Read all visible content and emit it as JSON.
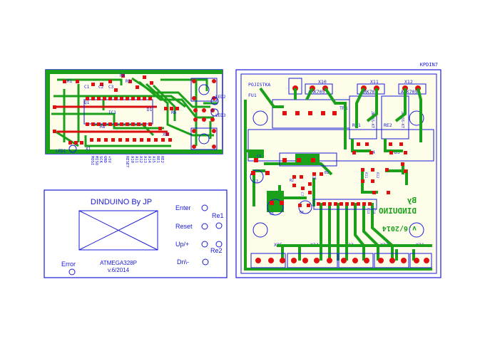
{
  "colors": {
    "board": "#fdfdea",
    "copper": "#1aa01a",
    "pad": "#e01010",
    "silk": "#1a1ad8",
    "outline": "#1a1ad8"
  },
  "left_board": {
    "refs": {
      "r1": "R1",
      "r4": "R4",
      "r5": "R5",
      "c1": "C1",
      "c2": "C2",
      "c3": "C3",
      "q1": "Q1",
      "ic1": "IC1",
      "r8": "R8",
      "d1": "D1",
      "r6": "R6",
      "x8": "X8",
      "x1": "X1",
      "led1": "LED1",
      "led2": "LED2",
      "led3": "LED3"
    },
    "header_labels": [
      "RESET",
      "SCK",
      "MISO",
      "MOSI",
      "GND",
      "+5V",
      "A10",
      "A11",
      "A12",
      "A13",
      "A14",
      "A15",
      "RE1",
      "RE2"
    ]
  },
  "panel": {
    "title": "DINDUINO By JP",
    "chip": "ATMEGA328P",
    "version": "v.6/2014",
    "error": "Error",
    "buttons": [
      "Enter",
      "Reset",
      "Up/+",
      "Dn\\-"
    ],
    "relays": [
      "Re1",
      "Re2"
    ]
  },
  "right_board": {
    "board_name": "KPDIN7",
    "fuse_label": "POJISTKA",
    "fuse_ref": "FU1",
    "terminals": [
      "X10",
      "X11",
      "X12"
    ],
    "terminal_part": [
      "ARK705",
      "ARK703",
      "ARK705"
    ],
    "tr_ref": "TR1",
    "relay_refs": [
      "RE1",
      "RE2"
    ],
    "relay_parts": [
      "JW-SS-KT",
      "JW-SS-KT"
    ],
    "diodes": [
      "D4",
      "D3"
    ],
    "reg_refs": [
      "IC4",
      "C4",
      "C3",
      "C5",
      "R2",
      "D1",
      "B1",
      "R11",
      "R12",
      "C6",
      "C7",
      "R13",
      "R14"
    ],
    "connectors": [
      "X25",
      "X24",
      "X23",
      "X22",
      "X21"
    ],
    "mirrored_logo": "DINDUINO",
    "mirrored_version": "v.6/2014",
    "mirrored_by": "By"
  }
}
